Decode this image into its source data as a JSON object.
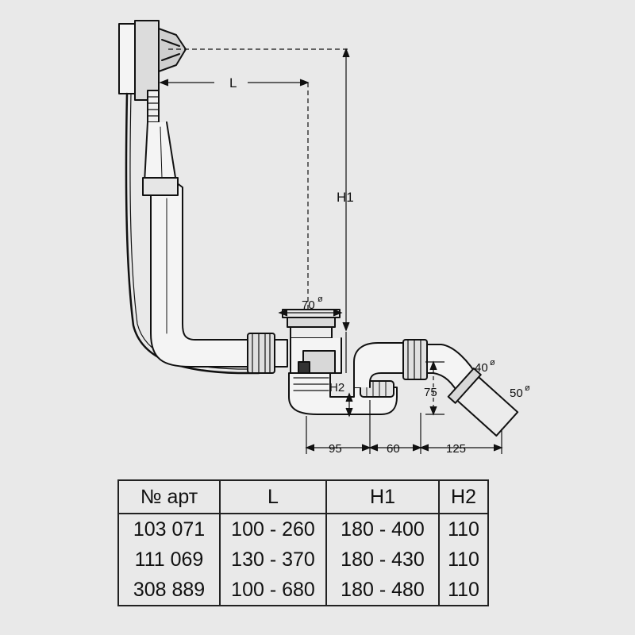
{
  "dimensions": {
    "L": "L",
    "H1": "H1",
    "H2": "H2",
    "d70": "70",
    "d40": "40",
    "d50": "50",
    "diameter_symbol": "ø",
    "h75": "75",
    "w95": "95",
    "w60": "60",
    "w125": "125"
  },
  "table": {
    "headers": [
      "№ арт",
      "L",
      "H1",
      "H2"
    ],
    "rows": [
      [
        "103 071",
        "100 - 260",
        "180 - 400",
        "110"
      ],
      [
        "111 069",
        "130 - 370",
        "180 - 430",
        "110"
      ],
      [
        "308 889",
        "100 - 680",
        "180 - 480",
        "110"
      ]
    ]
  }
}
